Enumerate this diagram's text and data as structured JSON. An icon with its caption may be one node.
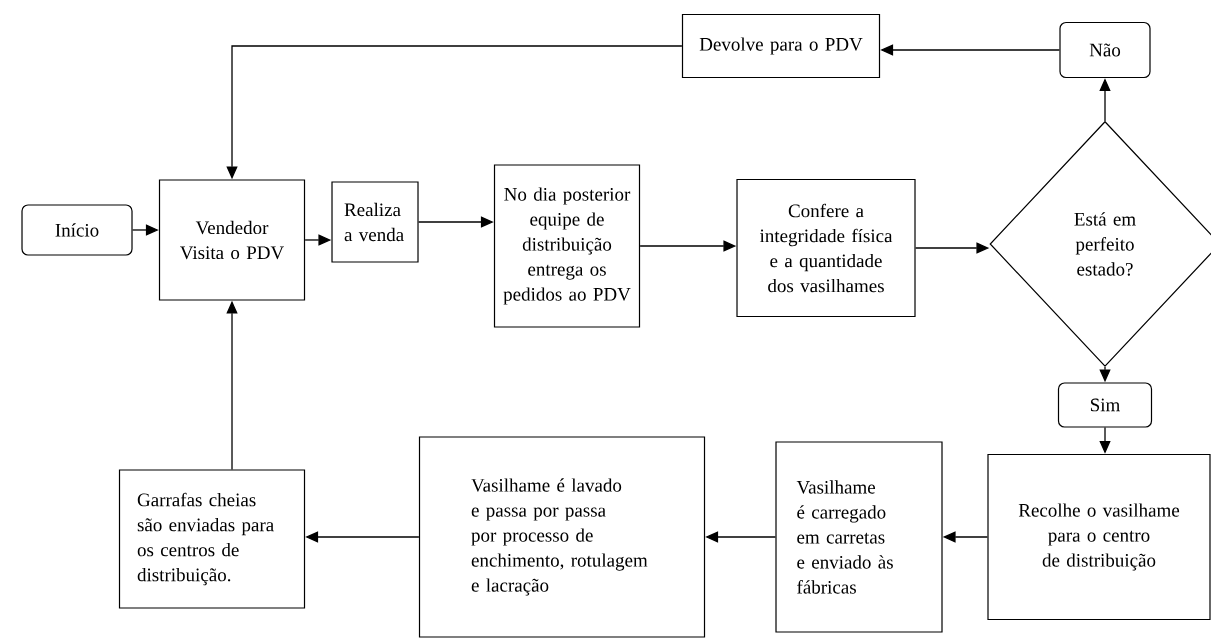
{
  "diagram": {
    "nodes": [
      {
        "text": [
          "Início"
        ]
      },
      {
        "text": [
          "Vendedor Visita o PDV"
        ]
      },
      {
        "text": [
          "Realiza a venda"
        ]
      },
      {
        "text": [
          "No dia posterior equipe de distribuição entrega os pedidos ao PDV"
        ]
      },
      {
        "text": [
          "Confere a integridade física e a quantidade dos vasilhames"
        ]
      },
      {
        "text": [
          "Está em perfeito estado?"
        ]
      },
      {
        "text": [
          "Não"
        ]
      },
      {
        "text": [
          "Devolve para o PDV"
        ]
      },
      {
        "text": [
          "Sim"
        ]
      },
      {
        "text": [
          "Recolhe o vasilhame para o centro de distribuição"
        ]
      },
      {
        "text": [
          "Vasilhame é carregado em carretas e enviado às fábricas"
        ]
      },
      {
        "text": [
          "Vasilhame é lavado e passa por passa por processo de enchimento, rotulagem e lacração"
        ]
      },
      {
        "text": [
          "Garrafas cheias são enviadas para os centros de distribuição."
        ]
      }
    ],
    "edges": [
      {
        "from": 0,
        "to": 1,
        "arrow": "to"
      },
      {
        "from": 1,
        "to": 2,
        "arrow": "to"
      },
      {
        "from": 2,
        "to": 3,
        "arrow": "to"
      },
      {
        "from": 3,
        "to": 4,
        "arrow": "to"
      },
      {
        "from": 4,
        "to": 5,
        "arrow": "to"
      },
      {
        "from": 5,
        "to": 6,
        "arrow": "to"
      },
      {
        "from": 6,
        "to": 7,
        "arrow": "to"
      },
      {
        "from": 7,
        "to": 1,
        "arrow": "to"
      },
      {
        "from": 5,
        "to": 8,
        "arrow": "to"
      },
      {
        "from": 8,
        "to": 9,
        "arrow": "to"
      },
      {
        "from": 9,
        "to": 10,
        "arrow": "to"
      },
      {
        "from": 10,
        "to": 11,
        "arrow": "to"
      },
      {
        "from": 11,
        "to": 12,
        "arrow": "to"
      },
      {
        "from": 12,
        "to": 1,
        "arrow": "to"
      }
    ]
  }
}
